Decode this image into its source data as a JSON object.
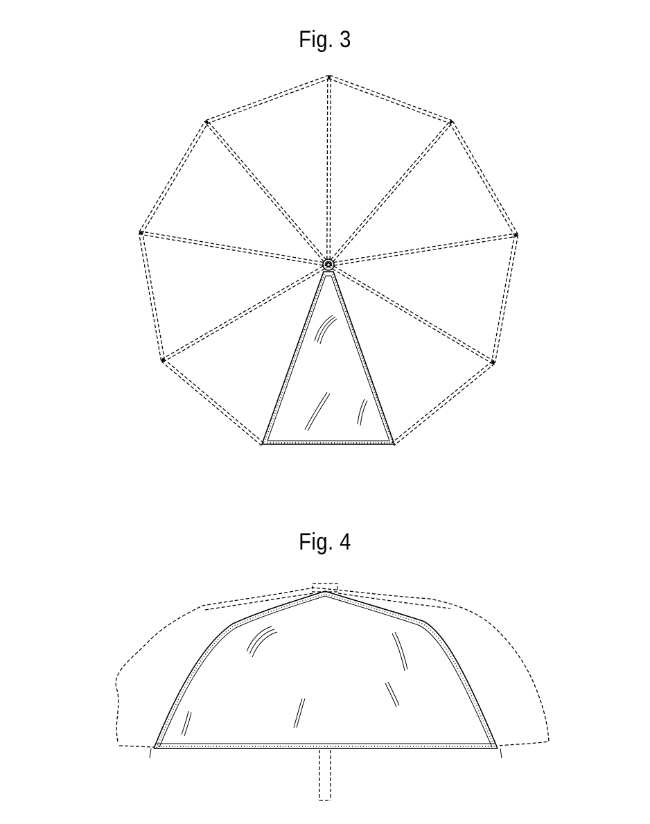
{
  "figures": [
    {
      "label": "Fig. 3",
      "view": "top"
    },
    {
      "label": "Fig. 4",
      "view": "side"
    }
  ],
  "colors": {
    "line": "#000000",
    "background": "#ffffff"
  }
}
